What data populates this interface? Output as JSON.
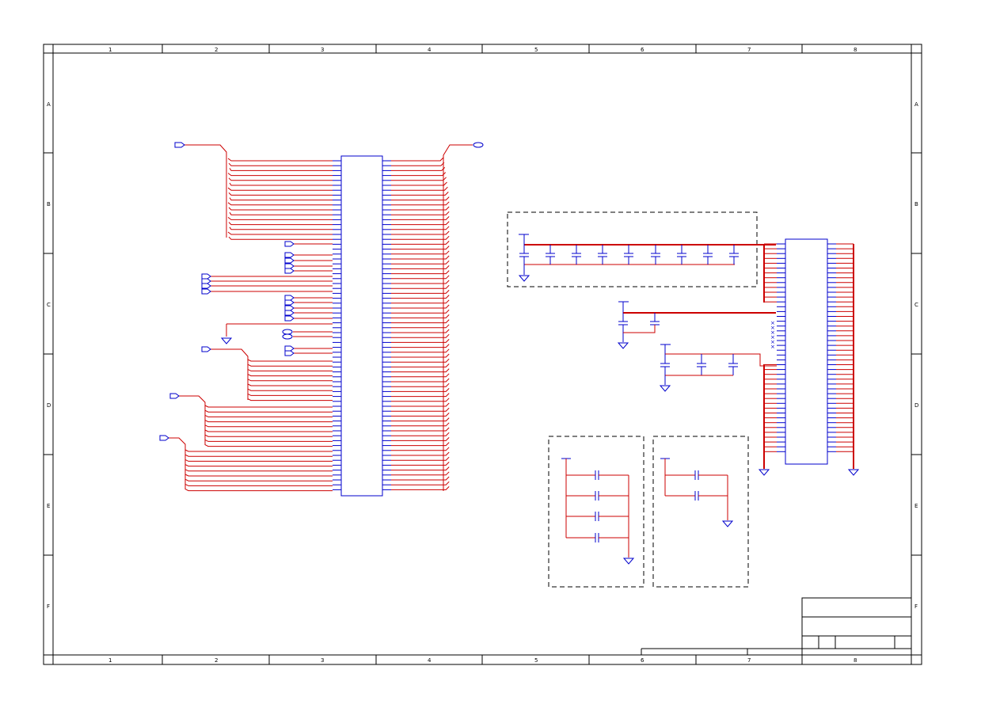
{
  "frame": {
    "columns": [
      "1",
      "2",
      "3",
      "4",
      "5",
      "6",
      "7",
      "8"
    ],
    "rows": [
      "A",
      "B",
      "C",
      "D",
      "E",
      "F"
    ]
  },
  "colors": {
    "wire": "#cc0000",
    "part": "#0000cc",
    "frame": "#000000"
  }
}
